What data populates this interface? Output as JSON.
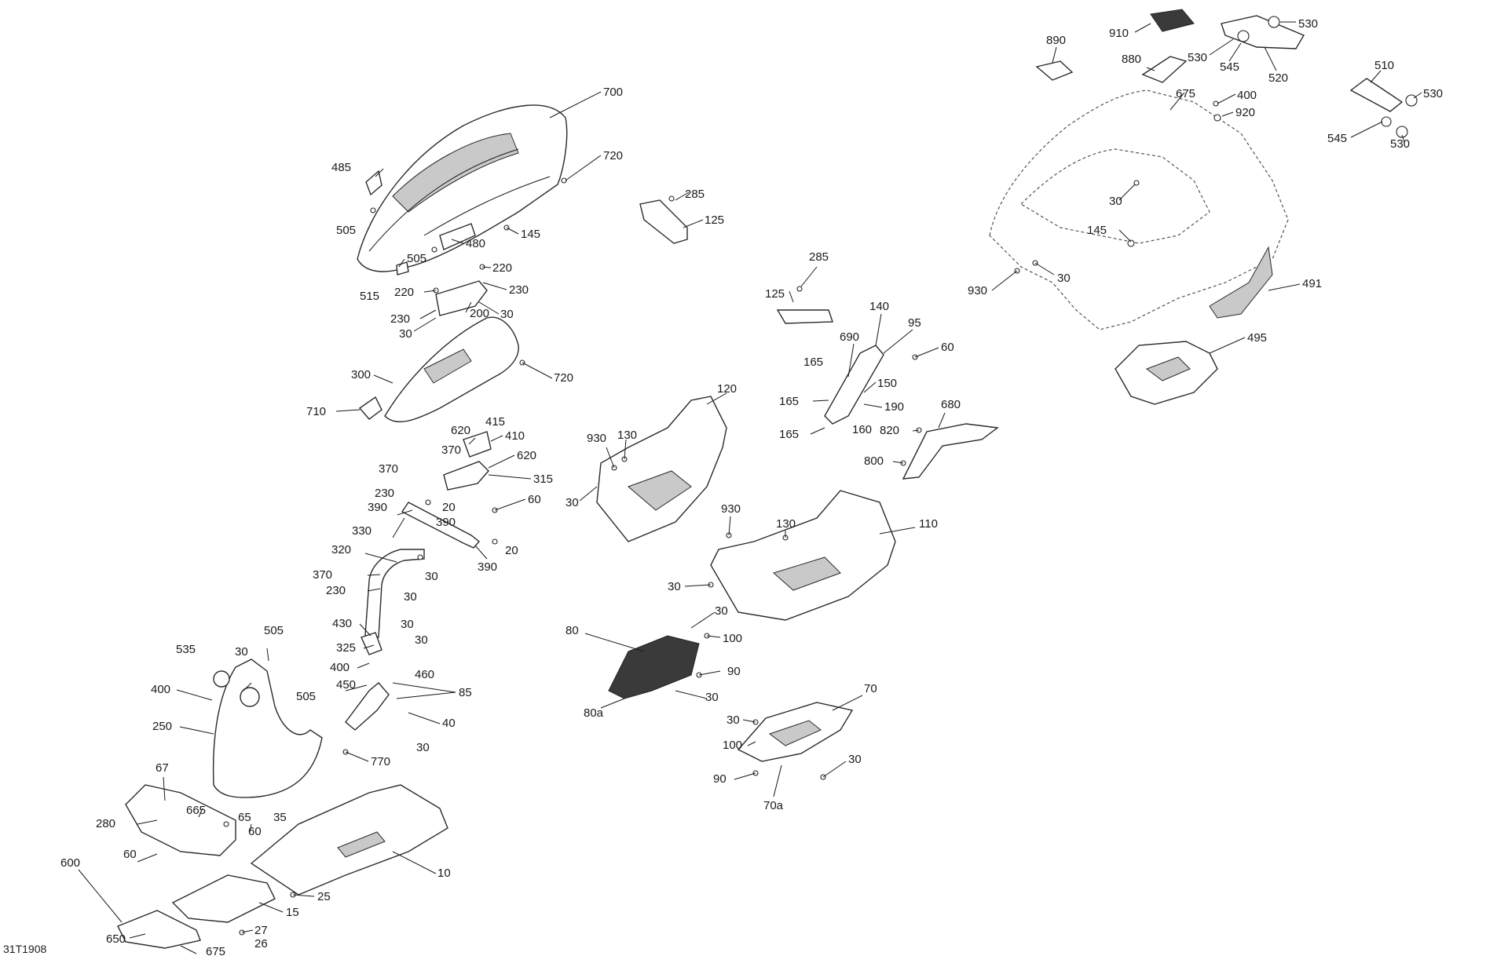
{
  "diagram": {
    "reference_code": "31T1908",
    "labels": [
      {
        "id": "l700",
        "text": "700"
      },
      {
        "id": "l720a",
        "text": "720"
      },
      {
        "id": "l485",
        "text": "485"
      },
      {
        "id": "l505a",
        "text": "505"
      },
      {
        "id": "l145a",
        "text": "145"
      },
      {
        "id": "l480",
        "text": "480"
      },
      {
        "id": "l505b",
        "text": "505"
      },
      {
        "id": "l515",
        "text": "515"
      },
      {
        "id": "l220a",
        "text": "220"
      },
      {
        "id": "l220b",
        "text": "220"
      },
      {
        "id": "l230a",
        "text": "230"
      },
      {
        "id": "l230b",
        "text": "230"
      },
      {
        "id": "l200",
        "text": "200"
      },
      {
        "id": "l30a",
        "text": "30"
      },
      {
        "id": "l30b",
        "text": "30"
      },
      {
        "id": "l300",
        "text": "300"
      },
      {
        "id": "l720b",
        "text": "720"
      },
      {
        "id": "l710",
        "text": "710"
      },
      {
        "id": "l415",
        "text": "415"
      },
      {
        "id": "l620a",
        "text": "620"
      },
      {
        "id": "l410",
        "text": "410"
      },
      {
        "id": "l370a",
        "text": "370"
      },
      {
        "id": "l620b",
        "text": "620"
      },
      {
        "id": "l315",
        "text": "315"
      },
      {
        "id": "l370b",
        "text": "370"
      },
      {
        "id": "l230c",
        "text": "230"
      },
      {
        "id": "l60a",
        "text": "60"
      },
      {
        "id": "l390a",
        "text": "390"
      },
      {
        "id": "l20a",
        "text": "20"
      },
      {
        "id": "l390b",
        "text": "390"
      },
      {
        "id": "l330",
        "text": "330"
      },
      {
        "id": "l20b",
        "text": "20"
      },
      {
        "id": "l390c",
        "text": "390"
      },
      {
        "id": "l320",
        "text": "320"
      },
      {
        "id": "l30c",
        "text": "30"
      },
      {
        "id": "l370c",
        "text": "370"
      },
      {
        "id": "l230d",
        "text": "230"
      },
      {
        "id": "l30d",
        "text": "30"
      },
      {
        "id": "l430",
        "text": "430"
      },
      {
        "id": "l30e",
        "text": "30"
      },
      {
        "id": "l325",
        "text": "325"
      },
      {
        "id": "l30f",
        "text": "30"
      },
      {
        "id": "l400a",
        "text": "400"
      },
      {
        "id": "l460",
        "text": "460"
      },
      {
        "id": "l450",
        "text": "450"
      },
      {
        "id": "l85",
        "text": "85"
      },
      {
        "id": "l40",
        "text": "40"
      },
      {
        "id": "l30g",
        "text": "30"
      },
      {
        "id": "l535",
        "text": "535"
      },
      {
        "id": "l505c",
        "text": "505"
      },
      {
        "id": "l30h",
        "text": "30"
      },
      {
        "id": "l400b",
        "text": "400"
      },
      {
        "id": "l505d",
        "text": "505"
      },
      {
        "id": "l250",
        "text": "250"
      },
      {
        "id": "l770",
        "text": "770"
      },
      {
        "id": "l67",
        "text": "67"
      },
      {
        "id": "l665",
        "text": "665"
      },
      {
        "id": "l65",
        "text": "65"
      },
      {
        "id": "l280",
        "text": "280"
      },
      {
        "id": "l60b",
        "text": "60"
      },
      {
        "id": "l60c",
        "text": "60"
      },
      {
        "id": "l35",
        "text": "35"
      },
      {
        "id": "l10",
        "text": "10"
      },
      {
        "id": "l25",
        "text": "25"
      },
      {
        "id": "l600",
        "text": "600"
      },
      {
        "id": "l15",
        "text": "15"
      },
      {
        "id": "l650",
        "text": "650"
      },
      {
        "id": "l27",
        "text": "27"
      },
      {
        "id": "l26",
        "text": "26"
      },
      {
        "id": "l675a",
        "text": "675"
      },
      {
        "id": "l285a",
        "text": "285"
      },
      {
        "id": "l125a",
        "text": "125"
      },
      {
        "id": "l125b",
        "text": "125"
      },
      {
        "id": "l285b",
        "text": "285"
      },
      {
        "id": "l140",
        "text": "140"
      },
      {
        "id": "l95",
        "text": "95"
      },
      {
        "id": "l690",
        "text": "690"
      },
      {
        "id": "l60d",
        "text": "60"
      },
      {
        "id": "l165a",
        "text": "165"
      },
      {
        "id": "l150",
        "text": "150"
      },
      {
        "id": "l165b",
        "text": "165"
      },
      {
        "id": "l190",
        "text": "190"
      },
      {
        "id": "l165c",
        "text": "165"
      },
      {
        "id": "l160",
        "text": "160"
      },
      {
        "id": "l680",
        "text": "680"
      },
      {
        "id": "l820",
        "text": "820"
      },
      {
        "id": "l800",
        "text": "800"
      },
      {
        "id": "l120",
        "text": "120"
      },
      {
        "id": "l930a",
        "text": "930"
      },
      {
        "id": "l130a",
        "text": "130"
      },
      {
        "id": "l30i",
        "text": "30"
      },
      {
        "id": "l930b",
        "text": "930"
      },
      {
        "id": "l130b",
        "text": "130"
      },
      {
        "id": "l110",
        "text": "110"
      },
      {
        "id": "l30j",
        "text": "30"
      },
      {
        "id": "l30k",
        "text": "30"
      },
      {
        "id": "l80",
        "text": "80"
      },
      {
        "id": "l100a",
        "text": "100"
      },
      {
        "id": "l90a",
        "text": "90"
      },
      {
        "id": "l30l",
        "text": "30"
      },
      {
        "id": "l80a",
        "text": "80a"
      },
      {
        "id": "l70",
        "text": "70"
      },
      {
        "id": "l30m",
        "text": "30"
      },
      {
        "id": "l100b",
        "text": "100"
      },
      {
        "id": "l30n",
        "text": "30"
      },
      {
        "id": "l90b",
        "text": "90"
      },
      {
        "id": "l70a",
        "text": "70a"
      },
      {
        "id": "l890",
        "text": "890"
      },
      {
        "id": "l910",
        "text": "910"
      },
      {
        "id": "l880",
        "text": "880"
      },
      {
        "id": "l530a",
        "text": "530"
      },
      {
        "id": "l530b",
        "text": "530"
      },
      {
        "id": "l545a",
        "text": "545"
      },
      {
        "id": "l520",
        "text": "520"
      },
      {
        "id": "l675b",
        "text": "675"
      },
      {
        "id": "l400c",
        "text": "400"
      },
      {
        "id": "l920",
        "text": "920"
      },
      {
        "id": "l510",
        "text": "510"
      },
      {
        "id": "l530c",
        "text": "530"
      },
      {
        "id": "l545b",
        "text": "545"
      },
      {
        "id": "l530d",
        "text": "530"
      },
      {
        "id": "l30o",
        "text": "30"
      },
      {
        "id": "l145b",
        "text": "145"
      },
      {
        "id": "l930c",
        "text": "930"
      },
      {
        "id": "l30p",
        "text": "30"
      },
      {
        "id": "l491",
        "text": "491"
      },
      {
        "id": "l495",
        "text": "495"
      }
    ]
  }
}
